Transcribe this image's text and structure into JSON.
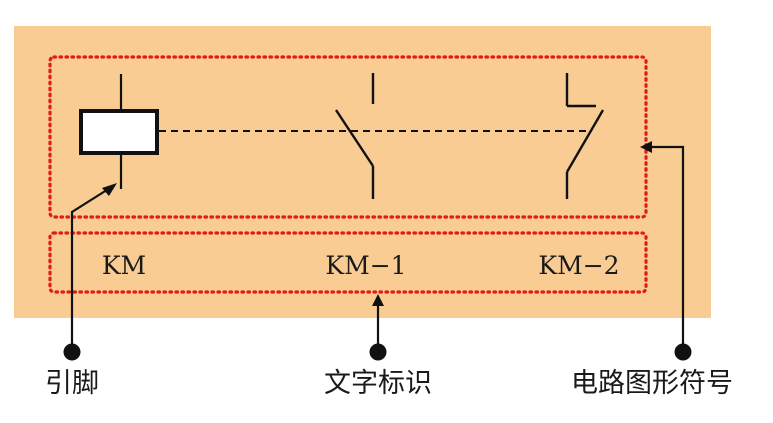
{
  "colors": {
    "panel": "#f8cc92",
    "dotted_frame": "#e01b1b",
    "stroke": "#111111",
    "coil_fill": "#ffffff",
    "background": "#ffffff"
  },
  "symbols": [
    {
      "id": "coil",
      "label": "KM"
    },
    {
      "id": "no-contact",
      "label": "KM−1"
    },
    {
      "id": "nc-contact",
      "label": "KM−2"
    }
  ],
  "callouts": {
    "pin": "引脚",
    "text_id": "文字标识",
    "graphic_symbol": "电路图形符号"
  }
}
